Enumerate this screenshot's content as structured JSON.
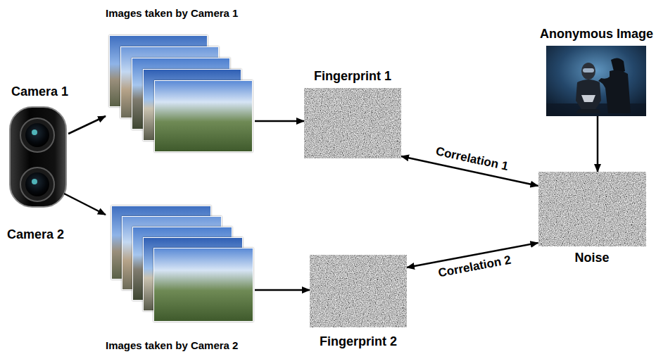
{
  "diagram": {
    "nodes": [
      {
        "text": [
          "Camera 1"
        ]
      },
      {
        "text": [
          "Camera 2"
        ]
      },
      {
        "text": [
          "Images taken by Camera 1"
        ]
      },
      {
        "text": [
          "Fingerprint 1"
        ]
      },
      {
        "text": [
          "Anonymous Image"
        ]
      },
      {
        "text": [
          "Noise"
        ]
      },
      {
        "text": [
          "Images taken by Camera 2"
        ]
      },
      {
        "text": [
          "Fingerprint 2"
        ]
      }
    ],
    "edges": [
      {
        "from": 0,
        "to": 2,
        "arrow": "to"
      },
      {
        "from": 1,
        "to": 6,
        "arrow": "to"
      },
      {
        "from": 2,
        "to": 3,
        "arrow": "to"
      },
      {
        "from": 6,
        "to": 7,
        "arrow": "to"
      },
      {
        "from": 4,
        "to": 5,
        "arrow": "to"
      },
      {
        "from": 3,
        "to": 5,
        "label": "Correlation 1",
        "arrow": "both"
      },
      {
        "from": 7,
        "to": 5,
        "label": "Correlation 2",
        "arrow": "both"
      }
    ]
  }
}
